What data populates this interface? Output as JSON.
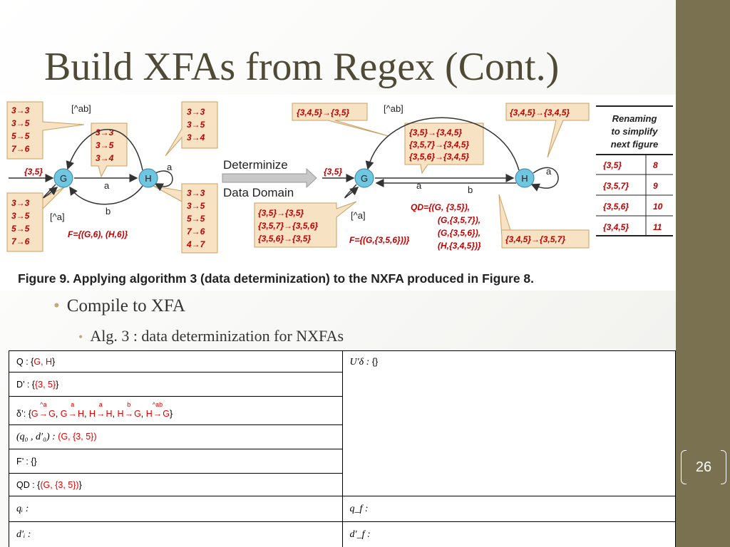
{
  "slide": {
    "title": "Build XFAs from Regex (Cont.)",
    "page_number": "26",
    "colors": {
      "title": "#4f4a35",
      "side_band": "#79714f",
      "red": "#e00000",
      "callout_fill": "#f8e2c4",
      "node_fill": "#6ec6e0"
    }
  },
  "figure": {
    "left": {
      "nodes": [
        "G",
        "H"
      ],
      "start_label": "{3,5}",
      "edge_ab": "[^ab]",
      "edge_a_gh": "a",
      "edge_a_hh": "a",
      "edge_b": "b",
      "edge_a_gg": "[^a]",
      "final_text": "F={(G,6), (H,6)}",
      "box_tl": [
        "3→3",
        "3→5",
        "5→5",
        "7→6"
      ],
      "box_mid": [
        "3→3",
        "3→5",
        "3→4"
      ],
      "box_tr": [
        "3→3",
        "3→5",
        "3→4"
      ],
      "box_bl": [
        "3→3",
        "3→5",
        "5→5",
        "7→6"
      ],
      "box_br": [
        "3→3",
        "3→5",
        "5→5",
        "7→6",
        "4→7"
      ]
    },
    "arrow_text_1": "Determinize",
    "arrow_text_2": "Data Domain",
    "right": {
      "nodes": [
        "G",
        "H"
      ],
      "start_label": "{3,5}",
      "edge_ab": "[^ab]",
      "edge_a_gh": "a",
      "edge_a_hh": "a",
      "edge_b": "b",
      "edge_a_gg": "[^a]",
      "box_tl": "{3,4,5}→{3,5}",
      "box_mid": [
        "{3,5}→{3,4,5}",
        "{3,5,7}→{3,4,5}",
        "{3,5,6}→{3,4,5}"
      ],
      "box_tr": "{3,4,5}→{3,4,5}",
      "box_bl": [
        "{3,5}→{3,5}",
        "{3,5,7}→{3,5,6}",
        "{3,5,6}→{3,5}"
      ],
      "box_br": "{3,4,5}→{3,5,7}",
      "qd_text": [
        "QD={(G,   {3,5}),",
        "(G,{3,5,7}),",
        "(G,{3,5,6}),",
        "(H,{3,4,5})}"
      ],
      "final_text": "F={(G,{3,5,6}))}"
    },
    "renaming": {
      "header": [
        "Renaming",
        "to simplify",
        "next figure"
      ],
      "rows": [
        [
          "{3,5}",
          "8"
        ],
        [
          "{3,5,7}",
          "9"
        ],
        [
          "{3,5,6}",
          "10"
        ],
        [
          "{3,4,5}",
          "11"
        ]
      ]
    },
    "caption": "Figure 9. Applying algorithm 3 (data determinization) to the NXFA produced in Figure 8."
  },
  "bullets": {
    "level1": "Compile to XFA",
    "level2": "Alg. 3 : data determinization for NXFAs"
  },
  "table": {
    "q": {
      "prefix": "Q : ",
      "open": "{",
      "value": "G, H",
      "close": "}"
    },
    "d": {
      "prefix": "D’ : ",
      "open": "{",
      "value": "{3, 5}",
      "close": "}"
    },
    "delta": {
      "prefix": "δ’: ",
      "open": "{",
      "close": "}",
      "transitions": [
        {
          "from": "G",
          "label": "^a",
          "to": "G"
        },
        {
          "from": "G",
          "label": "a",
          "to": "H"
        },
        {
          "from": "H",
          "label": "a",
          "to": "H"
        },
        {
          "from": "H",
          "label": "b",
          "to": "G"
        },
        {
          "from": "H",
          "label": "^ab",
          "to": "G"
        }
      ]
    },
    "q0": {
      "prefix": "(q₀ , d′₀) : ",
      "value": "(G, {3, 5})"
    },
    "f": {
      "prefix": "F’ : ",
      "value": "{}"
    },
    "qd": {
      "prefix": "QD : ",
      "open": "{",
      "value": "(G, {3, 5})",
      "close": "}"
    },
    "u": {
      "prefix": "U′δ : ",
      "value": "{}"
    },
    "qi": "qᵢ :",
    "qf": "q_f :",
    "di": "d′ᵢ :",
    "df": "d′_f :"
  }
}
